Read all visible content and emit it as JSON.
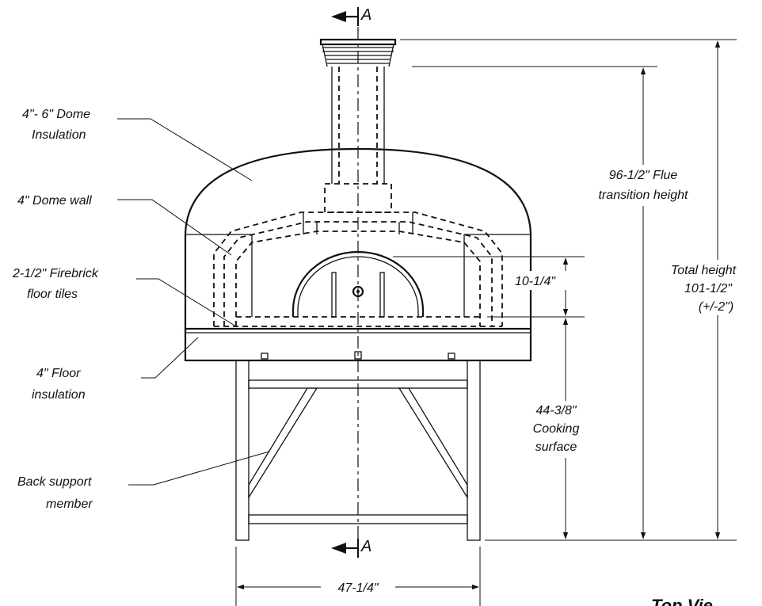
{
  "drawing": {
    "section_marker": "A",
    "labels": {
      "dome_insulation": [
        "4\"- 6\" Dome",
        "Insulation"
      ],
      "dome_wall": "4\" Dome wall",
      "firebrick": [
        "2-1/2\" Firebrick",
        "floor tiles"
      ],
      "floor_insulation": [
        "4\" Floor",
        "insulation"
      ],
      "back_support": [
        "Back support",
        "member"
      ]
    },
    "dimensions": {
      "door_height": "10-1/4\"",
      "cooking_surface": [
        "44-3/8\"",
        "Cooking",
        "surface"
      ],
      "flue_height": [
        "96-1/2\" Flue",
        "transition height"
      ],
      "total_height": [
        "Total height",
        "101-1/2\"",
        "(+/-2\")"
      ],
      "width": "47-1/4\""
    },
    "view_title": "Top Vie"
  }
}
